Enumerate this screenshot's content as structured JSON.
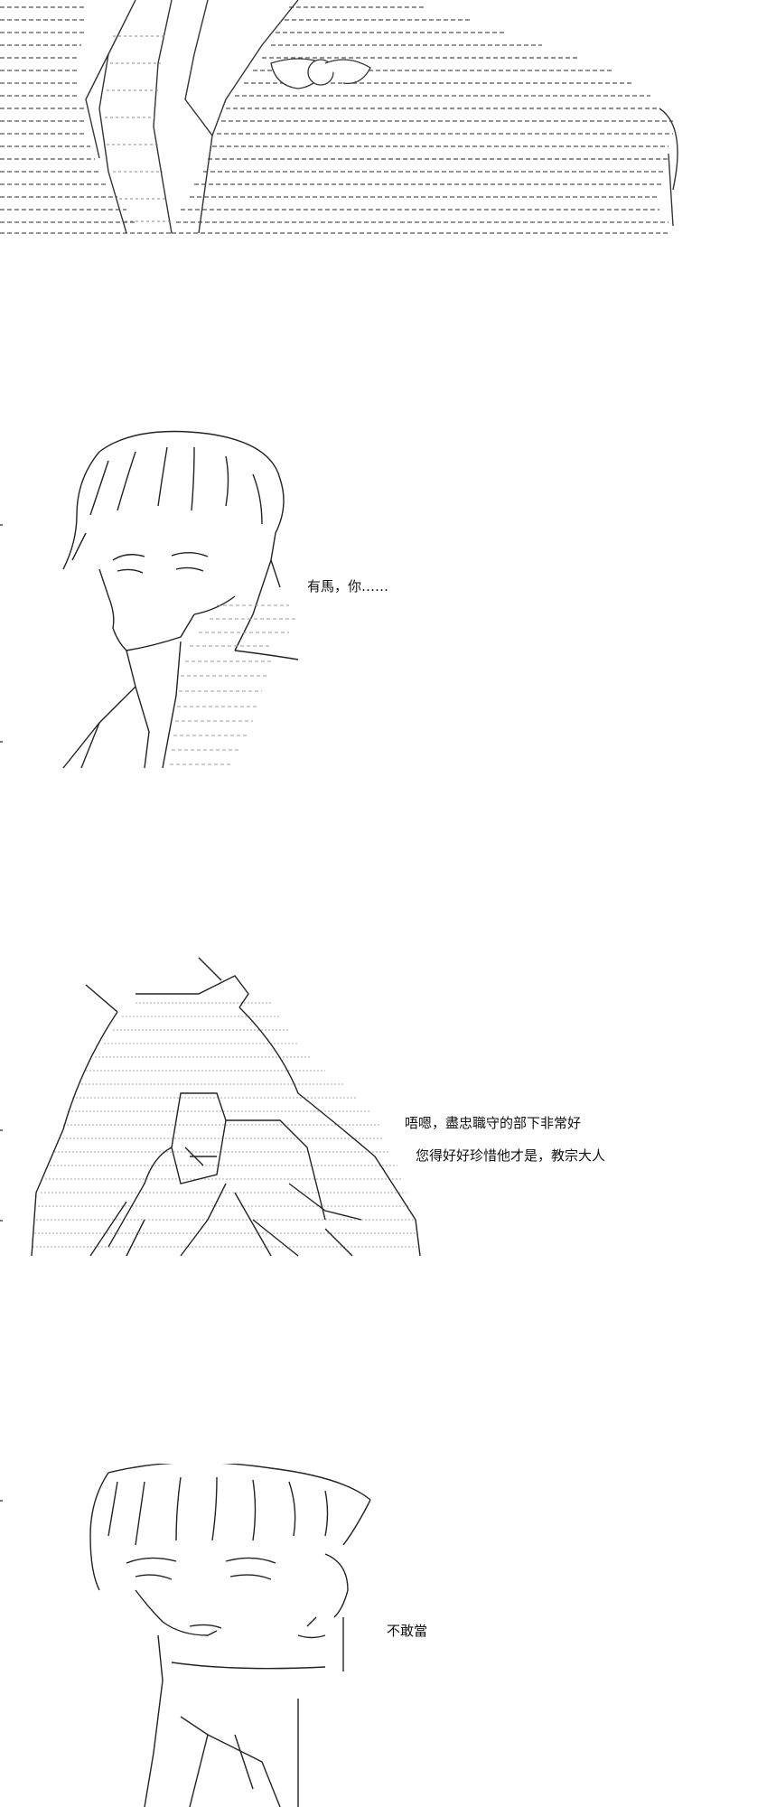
{
  "panels": [
    {
      "id": "panel-1",
      "lines": []
    },
    {
      "id": "panel-2",
      "lines": [
        "有馬，你……"
      ]
    },
    {
      "id": "panel-3",
      "lines": [
        "唔嗯，盡忠職守的部下非常好",
        "您得好好珍惜他才是，教宗大人"
      ]
    },
    {
      "id": "panel-4",
      "lines": [
        "不敢當"
      ]
    }
  ],
  "colors": {
    "ink": "#000000",
    "paper": "#ffffff",
    "shade": "#9a9a9a"
  }
}
